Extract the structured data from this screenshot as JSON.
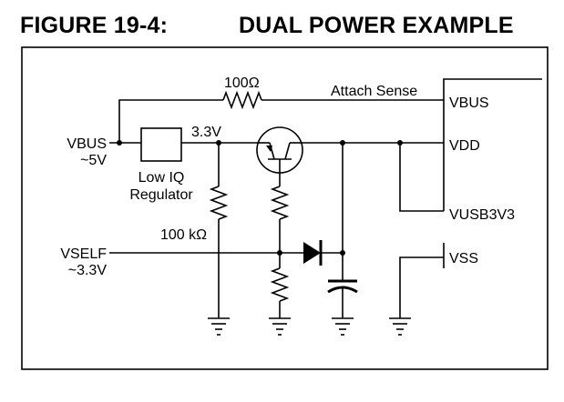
{
  "figure": {
    "number": "FIGURE 19-4:",
    "title": "DUAL POWER EXAMPLE"
  },
  "labels": {
    "resistor_top": "100Ω",
    "attach_sense": "Attach Sense",
    "vbus_left": "VBUS",
    "vbus_left_value": "~5V",
    "regulator_out": "3.3V",
    "regulator_line1": "Low IQ",
    "regulator_line2": "Regulator",
    "resistor_100k": "100 kΩ",
    "vself": "VSELF",
    "vself_value": "~3.3V"
  },
  "device_pins": {
    "vbus": "VBUS",
    "vdd": "VDD",
    "vusb3v3": "VUSB3V3",
    "vss": "VSS"
  }
}
